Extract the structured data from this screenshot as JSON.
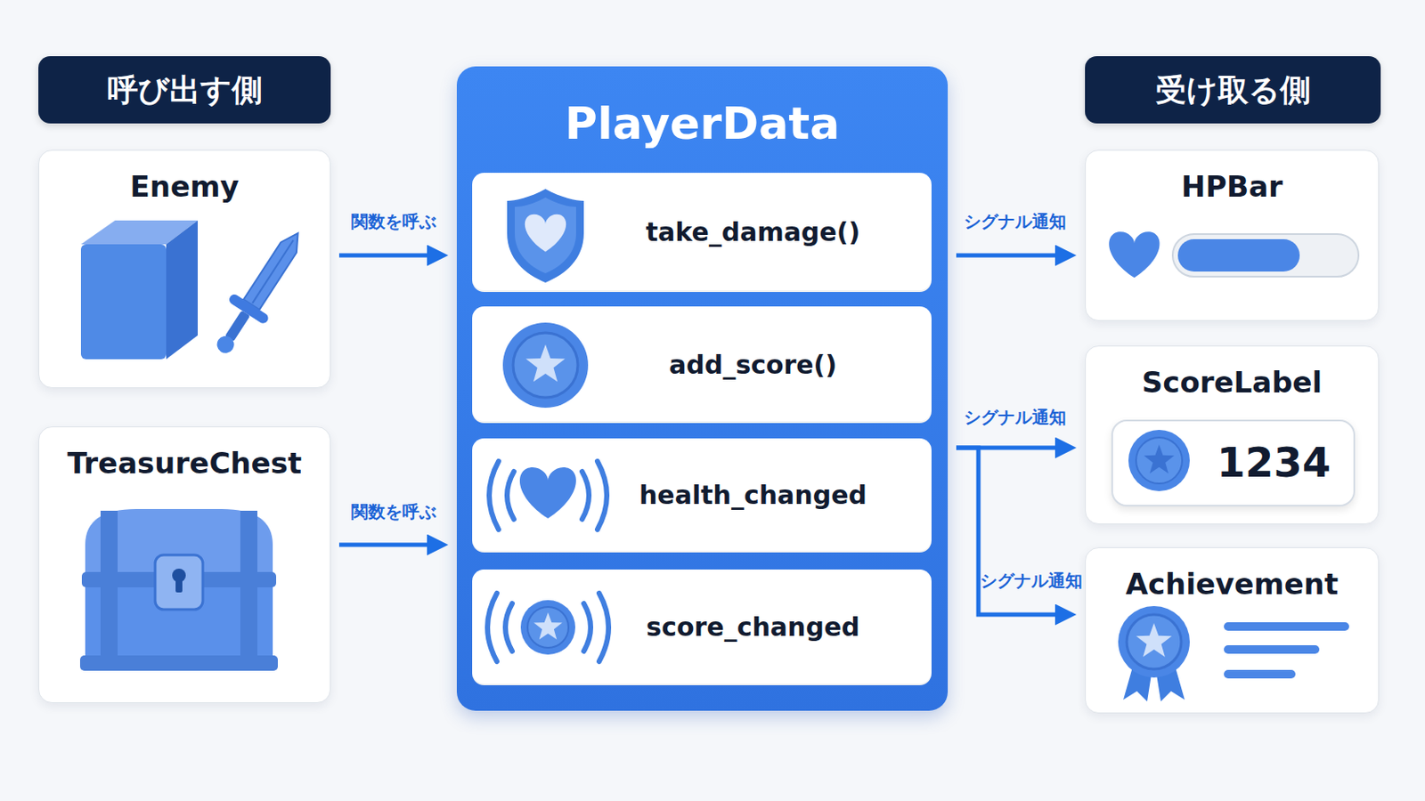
{
  "diagram": {
    "nodes": [
      {
        "text": [
          "呼び出す側"
        ]
      },
      {
        "text": [
          "Enemy"
        ]
      },
      {
        "text": [
          "TreasureChest"
        ]
      },
      {
        "text": [
          "PlayerData"
        ]
      },
      {
        "text": [
          "take_damage()"
        ],
        "in": 3
      },
      {
        "text": [
          "add_score()"
        ],
        "in": 3
      },
      {
        "text": [
          "health_changed"
        ],
        "in": 3
      },
      {
        "text": [
          "score_changed"
        ],
        "in": 3
      },
      {
        "text": [
          "受け取る側"
        ]
      },
      {
        "text": [
          "HPBar"
        ]
      },
      {
        "text": [
          "ScoreLabel"
        ]
      },
      {
        "text": [
          "1234"
        ],
        "in": 10
      },
      {
        "text": [
          "Achievement"
        ]
      }
    ],
    "edges": [
      {
        "from": 1,
        "to": 3,
        "label": "関数を呼ぶ",
        "arrow": "to"
      },
      {
        "from": 2,
        "to": 3,
        "label": "関数を呼ぶ",
        "arrow": "to"
      },
      {
        "from": 3,
        "to": 9,
        "label": "シグナル通知",
        "arrow": "to"
      },
      {
        "from": 3,
        "to": 10,
        "label": "シグナル通知",
        "arrow": "to"
      },
      {
        "from": 3,
        "to": 12,
        "label": "シグナル通知",
        "arrow": "to"
      }
    ]
  }
}
